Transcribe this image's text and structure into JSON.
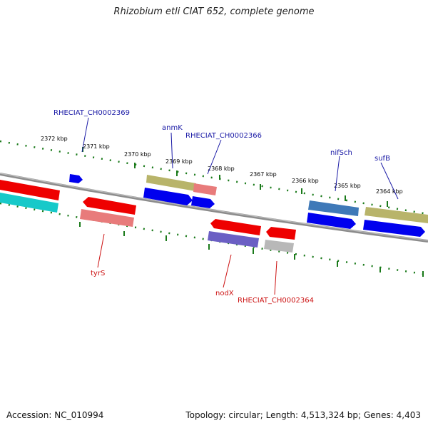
{
  "title": "Rhizobium etli CIAT 652, complete genome",
  "accession": "Accession: NC_010994",
  "stats": "Topology: circular; Length: 4,513,324 bp; Genes: 4,403",
  "ticks": [
    "2372 kbp",
    "2371 kbp",
    "2370 kbp",
    "2369 kbp",
    "2368 kbp",
    "2367 kbp",
    "2366 kbp",
    "2365 kbp",
    "2364 kbp"
  ],
  "genes_top": [
    "RHECIAT_CH0002369",
    "anmK",
    "RHECIAT_CH0002366",
    "nifSch",
    "sufB"
  ],
  "genes_bottom": [
    "tyrS",
    "nodX",
    "RHECIAT_CH0002364"
  ],
  "colors": {
    "top_label": "#1a1aa6",
    "bottom_label": "#cc1111",
    "tick": "#1a7a1a",
    "backbone": "#8a8a8a"
  }
}
